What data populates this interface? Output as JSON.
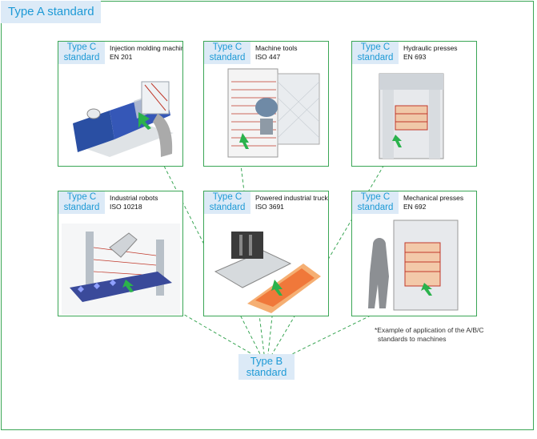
{
  "type_a_label": "Type A standard",
  "type_b_label": [
    "Type B",
    "standard"
  ],
  "note": [
    "*Example of application of the A/B/C",
    "standards to machines"
  ],
  "cards": [
    {
      "badge": [
        "Type C",
        "standard"
      ],
      "title": "Injection molding machines",
      "code": "EN 201",
      "icon": "injection-molding-machine-icon"
    },
    {
      "badge": [
        "Type C",
        "standard"
      ],
      "title": "Machine tools",
      "code": "ISO 447",
      "icon": "machine-tool-icon"
    },
    {
      "badge": [
        "Type C",
        "standard"
      ],
      "title": "Hydraulic presses",
      "code": "EN 693",
      "icon": "hydraulic-press-icon"
    },
    {
      "badge": [
        "Type C",
        "standard"
      ],
      "title": "Industrial robots",
      "code": "ISO 10218",
      "icon": "industrial-robot-icon"
    },
    {
      "badge": [
        "Type C",
        "standard"
      ],
      "title": "Powered industrial trucks",
      "code": "ISO 3691",
      "icon": "industrial-truck-icon"
    },
    {
      "badge": [
        "Type C",
        "standard"
      ],
      "title": "Mechanical presses",
      "code": "EN 692",
      "icon": "mechanical-press-icon"
    }
  ],
  "colors": {
    "frame": "#3aa655",
    "label_bg": "#dceaf7",
    "label_text": "#1e9ad6",
    "arrow": "#2bb24c"
  }
}
